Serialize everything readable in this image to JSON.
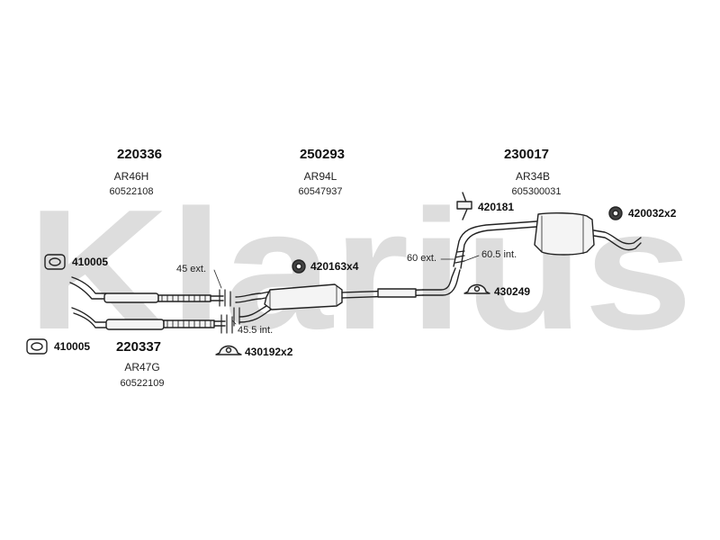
{
  "watermark": {
    "text": "Klarius",
    "color": "#cfcfcf"
  },
  "groups": [
    {
      "part": "220336",
      "code": "AR46H",
      "oe": "60522108"
    },
    {
      "part": "250293",
      "code": "AR94L",
      "oe": "60547937"
    },
    {
      "part": "230017",
      "code": "AR34B",
      "oe": "605300031"
    },
    {
      "part": "220337",
      "code": "AR47G",
      "oe": "60522109"
    }
  ],
  "accessories": {
    "a410005_top": "410005",
    "a410005_bottom": "410005",
    "a420163": "420163x4",
    "a430192": "430192x2",
    "a420181": "420181",
    "a430249": "430249",
    "a420032": "420032x2"
  },
  "measurements": {
    "m45ext": "45 ext.",
    "m45int": "45.5 int.",
    "m60ext": "60 ext.",
    "m605int": "60.5 int."
  },
  "colors": {
    "line": "#222222",
    "fill": "#f4f4f4"
  }
}
